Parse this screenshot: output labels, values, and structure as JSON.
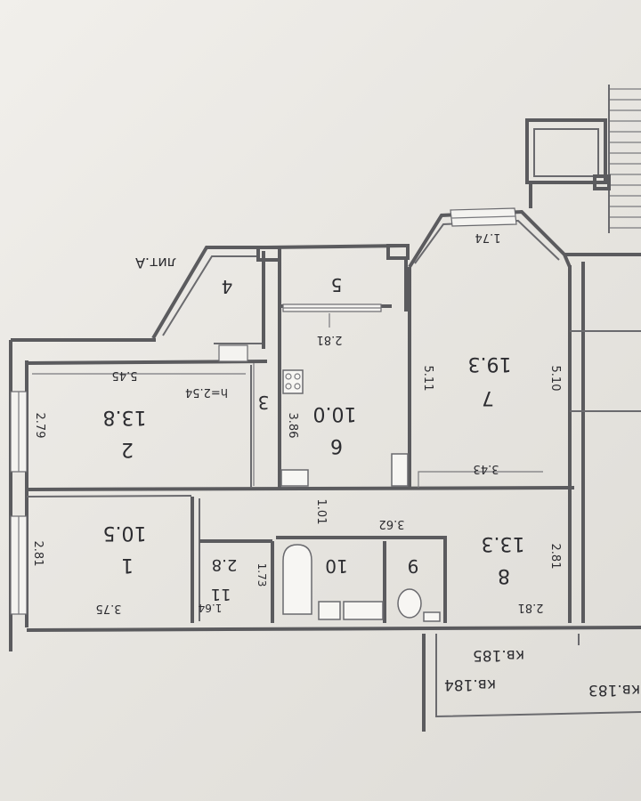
{
  "building_label": "лит.А",
  "rooms": [
    {
      "id": "1",
      "number": "1",
      "area": "10.5"
    },
    {
      "id": "2",
      "number": "2",
      "area": "13.8"
    },
    {
      "id": "3",
      "number": "3"
    },
    {
      "id": "4",
      "number": "4"
    },
    {
      "id": "5",
      "number": "5"
    },
    {
      "id": "6",
      "number": "6",
      "area": "10.0"
    },
    {
      "id": "7",
      "number": "7",
      "area": "19.3"
    },
    {
      "id": "8",
      "number": "8",
      "area": "13.3"
    },
    {
      "id": "9",
      "number": "9"
    },
    {
      "id": "10",
      "number": "10"
    },
    {
      "id": "11",
      "number": "11",
      "area": "2.8"
    }
  ],
  "dimensions": {
    "d_545": "5.45",
    "d_254": "h=2.54",
    "d_279": "2.79",
    "d_281_r5": "2.81",
    "d_386": "3.86",
    "d_511": "5.11",
    "d_510": "5.10",
    "d_174": "1.74",
    "d_343": "3.43",
    "d_101": "1.01",
    "d_362": "3.62",
    "d_281_left": "2.81",
    "d_375": "3.75",
    "d_173": "1.73",
    "d_164": "1.64",
    "d_281_r8a": "2.81",
    "d_281_r8b": "2.81"
  },
  "apartments": {
    "kv185": "кв.185",
    "kv184": "кв.184",
    "kv183": "кв.183"
  }
}
